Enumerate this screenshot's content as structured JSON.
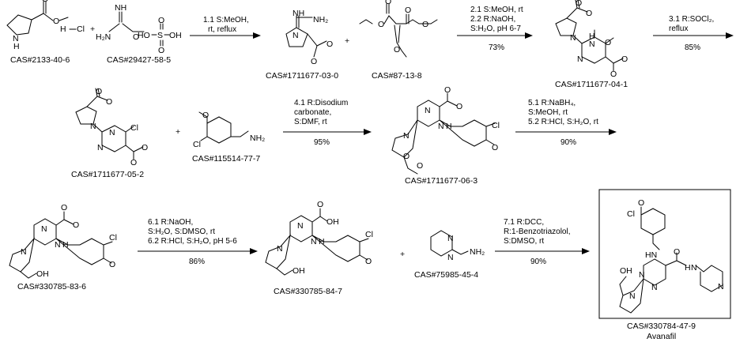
{
  "title": "",
  "compounds": {
    "proline_ester": {
      "cas": "CAS#2133-40-6",
      "atoms": [
        "N",
        "H",
        "O",
        "O",
        "H",
        "Cl"
      ]
    },
    "isourea": {
      "cas": "CAS#29427-58-5",
      "atoms": [
        "NH",
        "H₂N",
        "O",
        "HO",
        "S",
        "OH",
        "O",
        "O"
      ]
    },
    "guanidine": {
      "cas": "CAS#1711677-03-0",
      "atoms": [
        "NH",
        "NH₂",
        "N",
        "O",
        "O"
      ]
    },
    "malonate": {
      "cas": "CAS#87-13-8",
      "atoms": [
        "O",
        "O",
        "O",
        "O",
        "O"
      ]
    },
    "pyrimidinone": {
      "cas": "CAS#1711677-04-1",
      "atoms": [
        "O",
        "O",
        "N",
        "N",
        "H",
        "N",
        "O",
        "O",
        "O"
      ]
    },
    "chloropyrimidine": {
      "cas": "CAS#1711677-05-2",
      "atoms": [
        "O",
        "O",
        "N",
        "N",
        "Cl",
        "N",
        "O",
        "O"
      ]
    },
    "benzylamine": {
      "cas": "CAS#115514-77-7",
      "atoms": [
        "O",
        "Cl",
        "NH₂"
      ]
    },
    "amino_ester": {
      "cas": "CAS#1711677-06-3",
      "atoms": [
        "O",
        "O",
        "N",
        "N",
        "N",
        "H",
        "Cl",
        "O",
        "O",
        "O"
      ]
    },
    "alcohol_ester": {
      "cas": "CAS#330785-83-6",
      "atoms": [
        "O",
        "O",
        "N",
        "N",
        "N",
        "H",
        "Cl",
        "OH",
        "O"
      ]
    },
    "acid": {
      "cas": "CAS#330785-84-7",
      "atoms": [
        "O",
        "OH",
        "N",
        "N",
        "N",
        "H",
        "Cl",
        "OH",
        "O"
      ]
    },
    "pyrimidinylmethylamine": {
      "cas": "CAS#75985-45-4",
      "atoms": [
        "N",
        "N",
        "NH₂"
      ]
    },
    "avanafil": {
      "cas": "CAS#330784-47-9",
      "name": "Avanafil",
      "atoms": [
        "O",
        "Cl",
        "HN",
        "H",
        "N",
        "O",
        "N",
        "N",
        "OH",
        "N",
        "N"
      ]
    }
  },
  "operators": [
    "+",
    "+",
    "+",
    "+"
  ],
  "steps": [
    {
      "lines": [
        "1.1  S:MeOH,",
        "rt, reflux"
      ],
      "yield": ""
    },
    {
      "lines": [
        "2.1  S:MeOH, rt",
        "2.2  R:NaOH,",
        "S:H₂O, pH 6-7"
      ],
      "yield": "73%"
    },
    {
      "lines": [
        "3.1  R:SOCl₂,",
        "reflux"
      ],
      "yield": "85%"
    },
    {
      "lines": [
        "4.1  R:Disodium",
        "carbonate,",
        "S:DMF, rt"
      ],
      "yield": "95%"
    },
    {
      "lines": [
        "5.1  R:NaBH₄,",
        "S:MeOH, rt",
        "5.2  R:HCl, S:H₂O, rt"
      ],
      "yield": "90%"
    },
    {
      "lines": [
        "6.1  R:NaOH,",
        "S:H₂O, S:DMSO, rt",
        "6.2  R:HCl, S:H₂O, pH 5-6"
      ],
      "yield": "86%"
    },
    {
      "lines": [
        "7.1  R:DCC,",
        "R:1-Benzotriazolol,",
        "S:DMSO, rt"
      ],
      "yield": "90%"
    }
  ]
}
